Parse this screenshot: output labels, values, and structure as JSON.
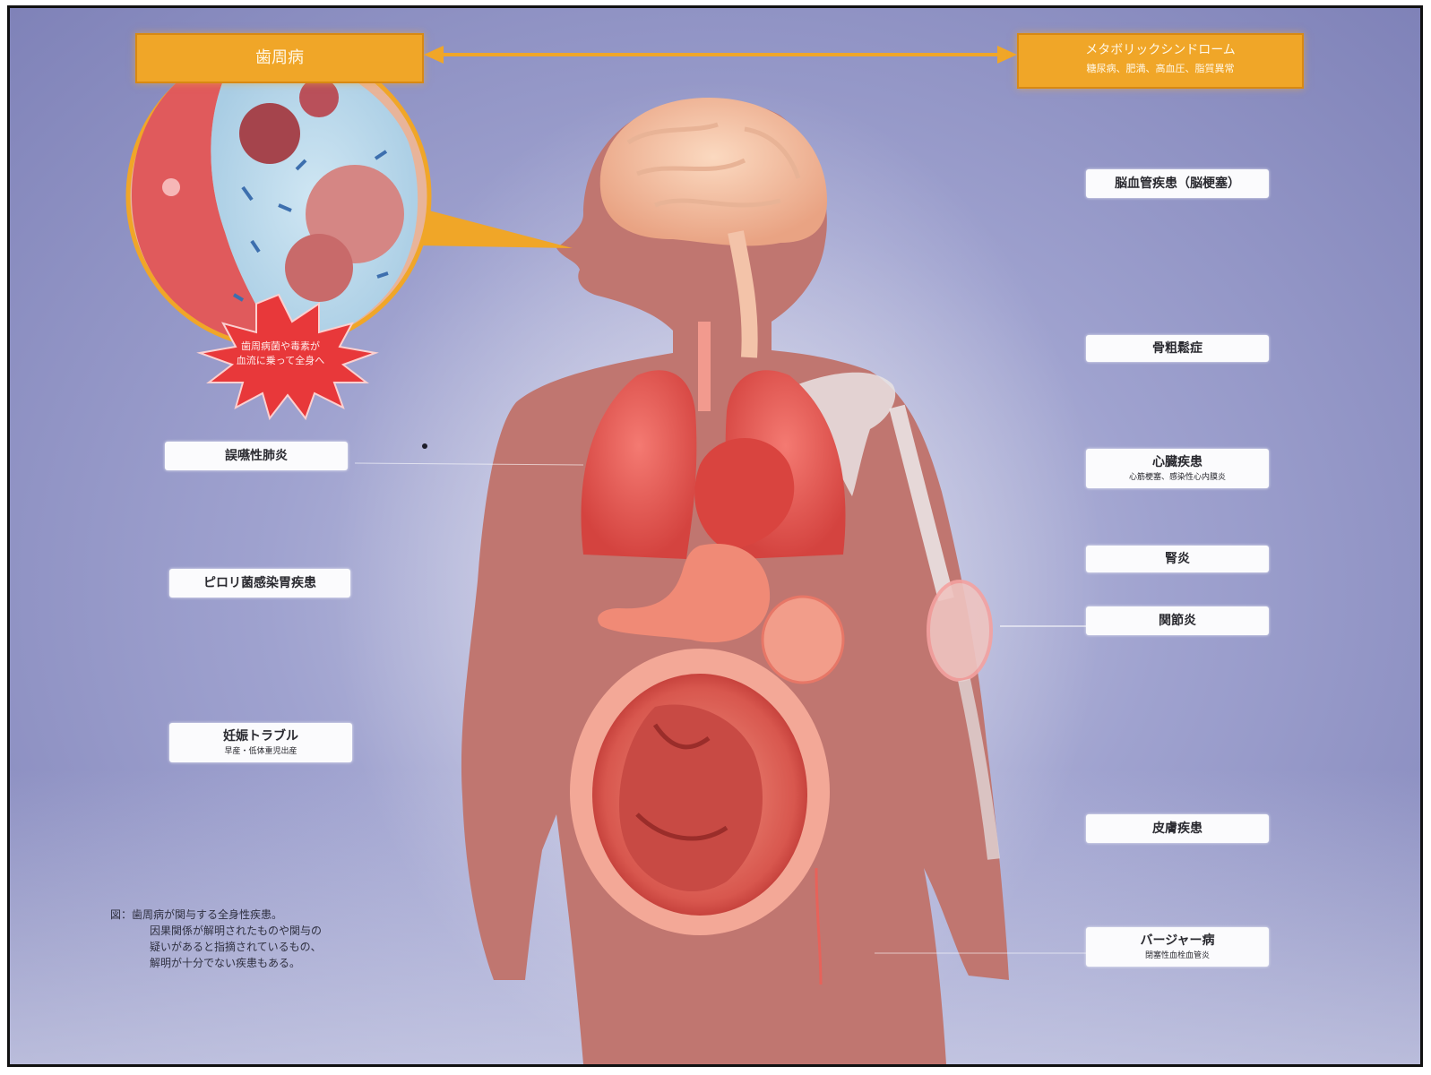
{
  "header": {
    "left_box": "歯周病",
    "right_box_title": "メタボリックシンドローム",
    "right_box_subtitle": "糖尿病、肥満、高血圧、脂質異常"
  },
  "burst_text": [
    "歯周病菌や毒素が",
    "血流に乗って全身へ"
  ],
  "left_labels": [
    {
      "main": "誤嚥性肺炎",
      "sub": ""
    },
    {
      "main": "ピロリ菌感染胃疾患",
      "sub": ""
    },
    {
      "main": "妊娠トラブル",
      "sub": "早産・低体重児出産"
    }
  ],
  "right_labels": [
    {
      "main": "脳血管疾患（脳梗塞）",
      "sub": ""
    },
    {
      "main": "骨粗鬆症",
      "sub": ""
    },
    {
      "main": "心臓疾患",
      "sub": "心筋梗塞、感染性心内膜炎"
    },
    {
      "main": "腎炎",
      "sub": ""
    },
    {
      "main": "関節炎",
      "sub": ""
    },
    {
      "main": "皮膚疾患",
      "sub": ""
    },
    {
      "main": "バージャー病",
      "sub": "閉塞性血栓血管炎"
    }
  ],
  "caption": [
    "図：歯周病が関与する全身性疾患。",
    "因果関係が解明されたものや関与の",
    "疑いがあると指摘されているもの、",
    "解明が十分でない疾患もある。"
  ],
  "colors": {
    "orange": "#f0a628",
    "burst_red": "#e8383a",
    "body": "#c87a74",
    "organ": "#e85a5a"
  }
}
